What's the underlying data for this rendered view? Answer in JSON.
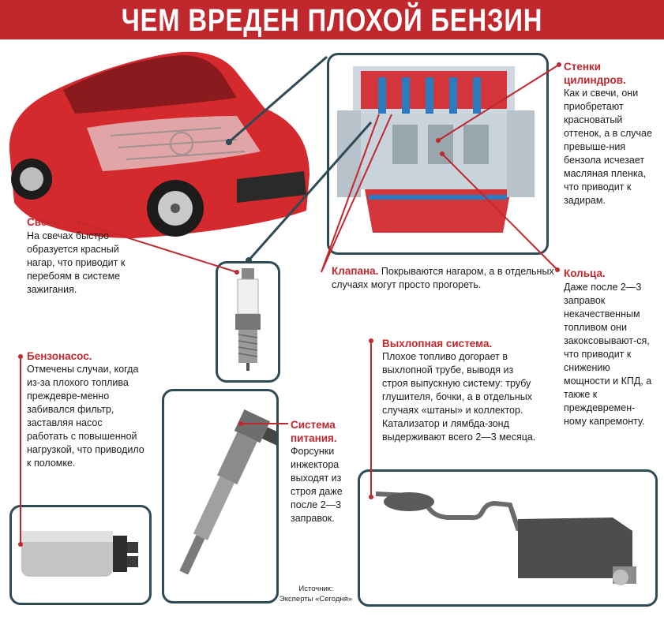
{
  "title": "ЧЕМ ВРЕДЕН ПЛОХОЙ БЕНЗИН",
  "callouts": {
    "cylinders": {
      "heading": "Стенки цилиндров.",
      "text": "Как и свечи, они приобретают красноватый оттенок, а в случае превыше-ния бензола исчезает масляная пленка, что приводит к задирам."
    },
    "plugs": {
      "heading": "Свечи.",
      "text": "На свечах быстро образуется красный нагар, что приводит к перебоям в системе зажигания."
    },
    "valves": {
      "heading": "Клапана.",
      "text": "Покрываются нагаром, а в отдельных случаях могут просто прогореть."
    },
    "rings": {
      "heading": "Кольца.",
      "text": "Даже после 2—3 заправок некачественным топливом они закоксовывают-ся, что приводит к снижению мощности и КПД, а также к преждевремен-ному капремонту."
    },
    "pump": {
      "heading": "Бензонасос.",
      "text": "Отмечены случаи, когда из-за плохого топлива преждевре-менно забивался фильтр, заставляя насос работать с повышенной нагрузкой, что приводило к поломке."
    },
    "exhaust": {
      "heading": "Выхлопная система.",
      "text": "Плохое топливо догорает в выхлопной трубе, выводя из строя выпускную систему: трубу глушителя, бочки, а в отдельных случаях «штаны» и коллектор. Катализатор и лямбда-зонд выдерживают всего 2—3 месяца."
    },
    "fuel": {
      "heading": "Система питания.",
      "text": "Форсунки инжектора выходят из строя даже после 2—3 заправок."
    }
  },
  "source": {
    "label": "Источник:",
    "name": "Эксперты «Сегодня»"
  },
  "colors": {
    "accent": "#c0282d",
    "frame": "#2f4a55",
    "car": "#d42a2e"
  },
  "images": [
    "car-illustration",
    "engine-cutaway",
    "spark-plug",
    "fuel-injector",
    "fuel-pump",
    "exhaust-system"
  ]
}
